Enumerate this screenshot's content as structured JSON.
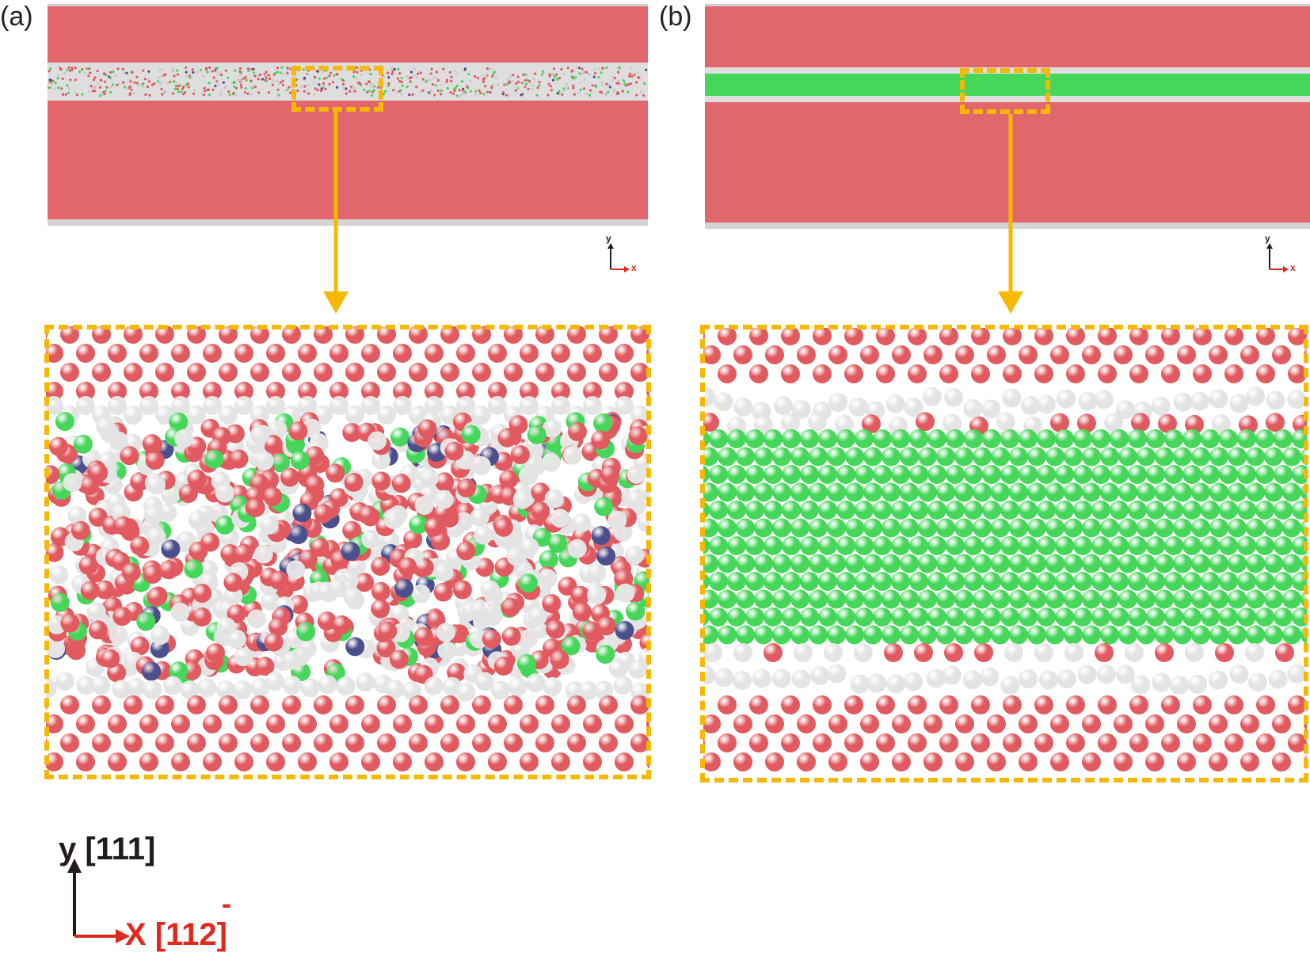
{
  "panels": [
    {
      "label": "(a)",
      "state": "amorphous"
    },
    {
      "label": "(b)",
      "state": "crystalline"
    }
  ],
  "mini_axes": {
    "y": "y",
    "x": "x"
  },
  "main_axes": {
    "y_label": "y [111]",
    "x_label": "X [112]",
    "x_overbar": "-"
  },
  "colors": {
    "red_atom": "#e05a5f",
    "white_atom": "#e4e4e4",
    "green_atom": "#45d65a",
    "blue_atom": "#4b4f8c",
    "highlight": "#f6b800",
    "x_axis": "#e0281e",
    "y_axis": "#231a22"
  }
}
